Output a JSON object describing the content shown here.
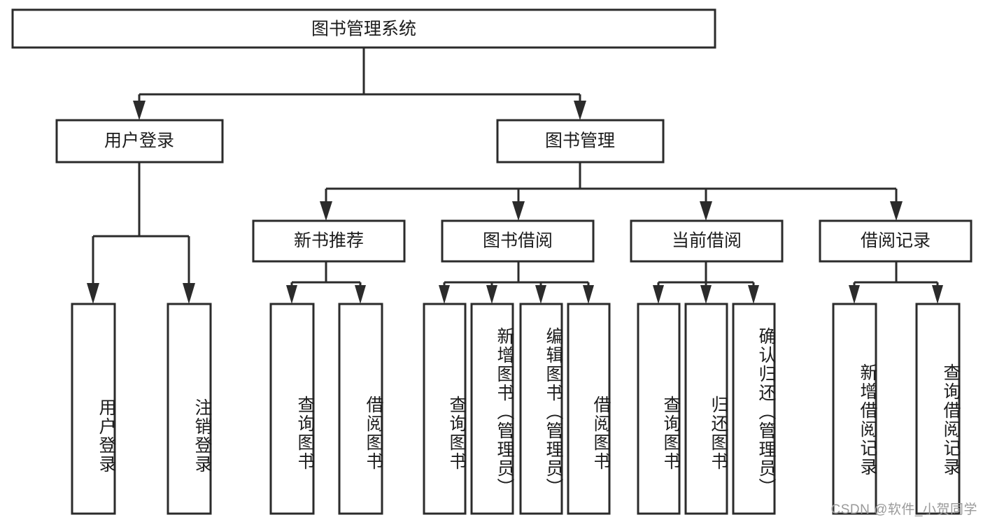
{
  "diagram": {
    "title": "图书管理系统",
    "type": "hierarchy-tree",
    "orientation": "top-down",
    "colors": {
      "box_fill": "#ffffff",
      "box_stroke": "#2b2b2b",
      "connector": "#2b2b2b",
      "text": "#1c1c1c",
      "watermark": "#9a9a9a",
      "background": "#ffffff"
    },
    "root": {
      "label": "图书管理系统"
    },
    "level2": [
      {
        "label": "用户登录"
      },
      {
        "label": "图书管理"
      }
    ],
    "level3": [
      {
        "label": "新书推荐"
      },
      {
        "label": "图书借阅"
      },
      {
        "label": "当前借阅"
      },
      {
        "label": "借阅记录"
      }
    ],
    "leaves_user_login": [
      {
        "label": "用户登录"
      },
      {
        "label": "注销登录"
      }
    ],
    "leaves_new_book": [
      {
        "label": "查询图书"
      },
      {
        "label": "借阅图书"
      }
    ],
    "leaves_borrow": [
      {
        "label": "查询图书"
      },
      {
        "label": "新增图书（管理员）"
      },
      {
        "label": "编辑图书（管理员）"
      },
      {
        "label": "借阅图书"
      }
    ],
    "leaves_current": [
      {
        "label": "查询图书"
      },
      {
        "label": "归还图书"
      },
      {
        "label": "确认归还（管理员）"
      }
    ],
    "leaves_record": [
      {
        "label": "新增借阅记录"
      },
      {
        "label": "查询借阅记录"
      }
    ]
  },
  "watermark": {
    "text": "CSDN @软件_小贺同学"
  }
}
